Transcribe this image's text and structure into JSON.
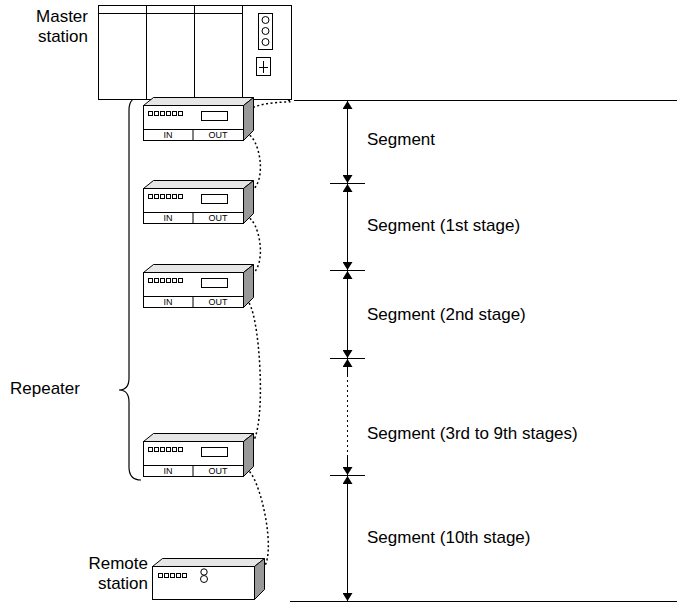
{
  "diagram": {
    "nodes": [
      {
        "text": [
          "Master station"
        ]
      },
      {
        "text": [
          "IN",
          "OUT"
        ]
      },
      {
        "text": [
          "IN",
          "OUT"
        ]
      },
      {
        "text": [
          "IN",
          "OUT"
        ]
      },
      {
        "text": [
          "IN",
          "OUT"
        ]
      },
      {
        "text": [
          "Remote station"
        ]
      }
    ],
    "edges": [
      {
        "from": 0,
        "to": 1,
        "arrow": "none"
      },
      {
        "from": 1,
        "to": 2,
        "arrow": "none"
      },
      {
        "from": 2,
        "to": 3,
        "arrow": "none"
      },
      {
        "from": 3,
        "to": 4,
        "arrow": "none"
      },
      {
        "from": 4,
        "to": 5,
        "arrow": "none"
      }
    ],
    "labels": [
      "Segment",
      "Segment (1st stage)",
      "Segment (2nd stage)",
      "Segment (3rd to 9th stages)",
      "Segment (10th stage)",
      "Repeater"
    ]
  }
}
